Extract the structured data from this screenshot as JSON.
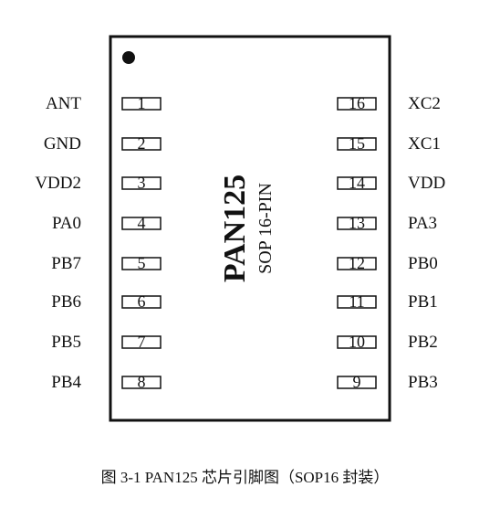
{
  "chip": {
    "name": "PAN125",
    "package": "SOP 16-PIN"
  },
  "pins_left": [
    {
      "num": "1",
      "label": "ANT"
    },
    {
      "num": "2",
      "label": "GND"
    },
    {
      "num": "3",
      "label": "VDD2"
    },
    {
      "num": "4",
      "label": "PA0"
    },
    {
      "num": "5",
      "label": "PB7"
    },
    {
      "num": "6",
      "label": "PB6"
    },
    {
      "num": "7",
      "label": "PB5"
    },
    {
      "num": "8",
      "label": "PB4"
    }
  ],
  "pins_right": [
    {
      "num": "16",
      "label": "XC2"
    },
    {
      "num": "15",
      "label": "XC1"
    },
    {
      "num": "14",
      "label": "VDD"
    },
    {
      "num": "13",
      "label": "PA3"
    },
    {
      "num": "12",
      "label": "PB0"
    },
    {
      "num": "11",
      "label": "PB1"
    },
    {
      "num": "10",
      "label": "PB2"
    },
    {
      "num": "9",
      "label": "PB3"
    }
  ],
  "caption": "图  3-1 PAN125 芯片引脚图（SOP16 封装）"
}
